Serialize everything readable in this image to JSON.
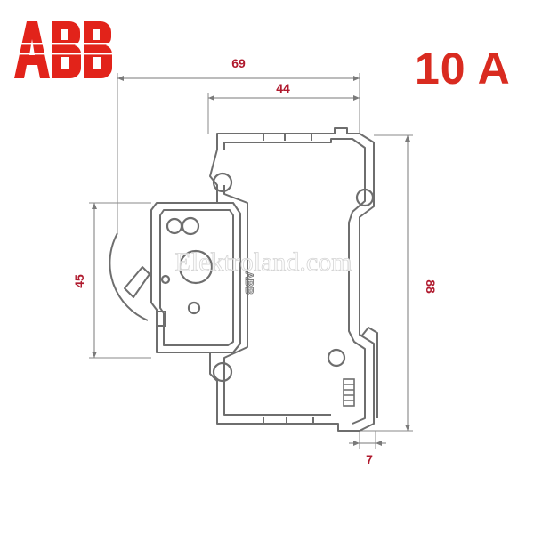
{
  "brand": {
    "logo_text": "ABB",
    "logo_color": "#e2231a"
  },
  "rating": {
    "label": "10 A",
    "color": "#d92b20"
  },
  "dimensions": {
    "width_overall": "69",
    "width_body": "44",
    "height_overall": "88",
    "height_front": "45",
    "rail_depth": "7",
    "color": "#b01a2e"
  },
  "device": {
    "body_marking": "ABB",
    "outline_color": "#6e6e6e"
  },
  "watermark": {
    "text": "Elektroland.com"
  }
}
